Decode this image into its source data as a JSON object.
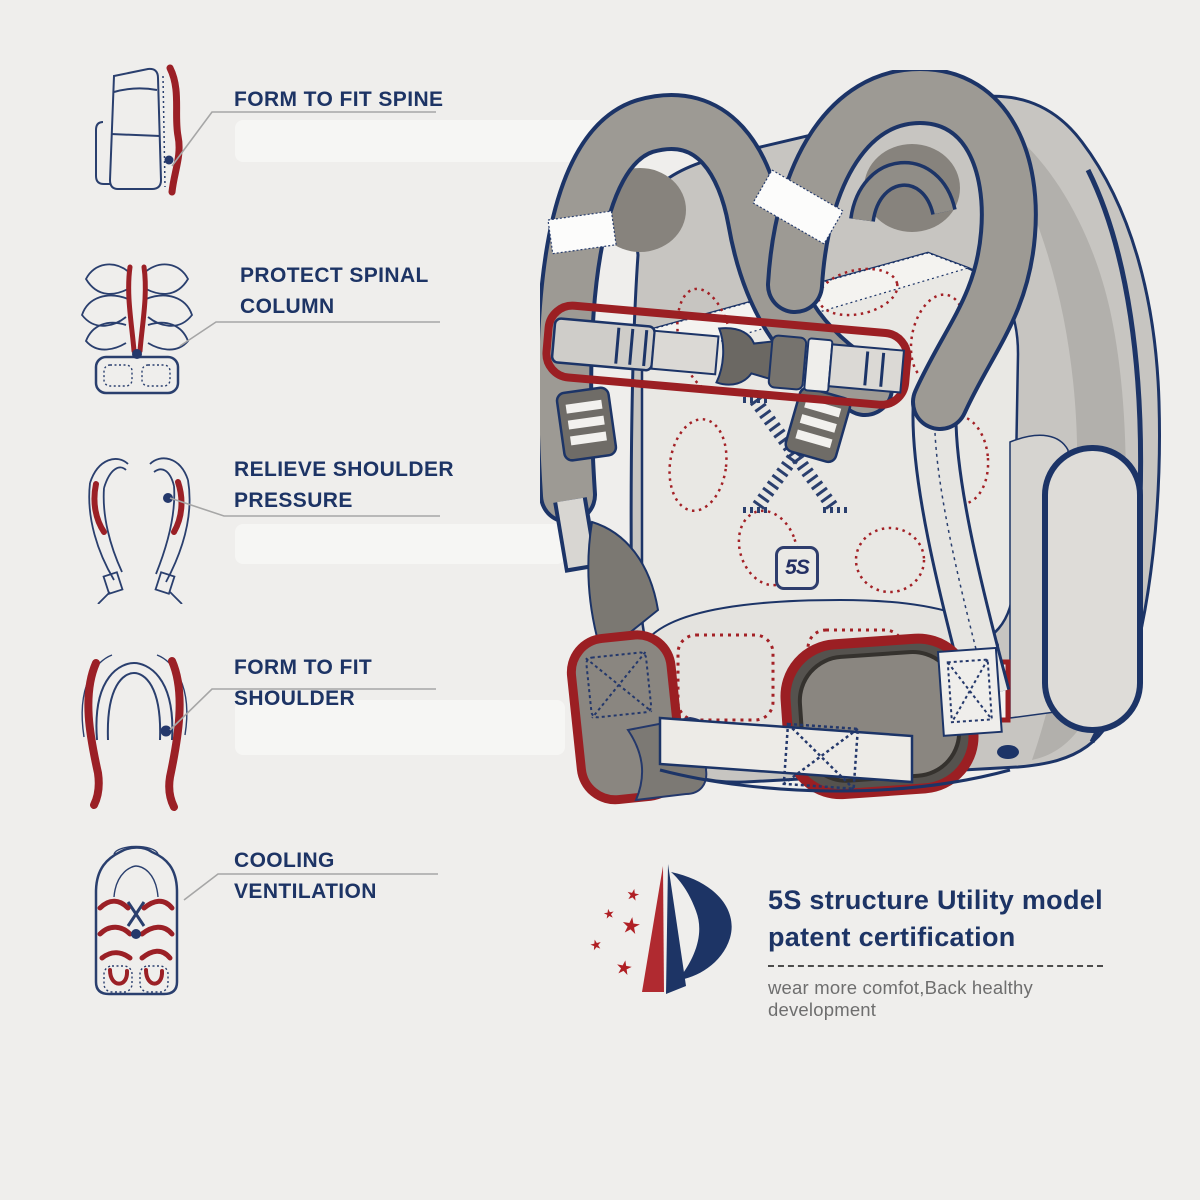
{
  "colors": {
    "background": "#efeeec",
    "navy": "#1d3465",
    "red": "#9b1f23",
    "callout_line": "#a6a6a6",
    "dot_blue": "#24386b",
    "strap_gray": "#9d9a94",
    "tagline_gray": "#6e6e6e"
  },
  "features": [
    {
      "title": "FORM TO FIT SPINE",
      "icon": "backpack-side-spine-icon"
    },
    {
      "title": "PROTECT SPINAL COLUMN",
      "icon": "spinal-column-icon"
    },
    {
      "title": "RELIEVE SHOULDER PRESSURE",
      "icon": "shoulder-pressure-icon"
    },
    {
      "title": "FORM TO FIT SHOULDER",
      "icon": "shoulder-fit-icon"
    },
    {
      "title": "COOLING VENTILATION",
      "icon": "cooling-ventilation-icon"
    }
  ],
  "backpack": {
    "badge_label": "5S",
    "illustration": "backpack-back-view-with-chest-strap-and-hip-belt"
  },
  "certification": {
    "title_line1": "5S structure Utility model",
    "title_line2": "patent certification",
    "tagline": "wear more comfot,Back healthy development",
    "logo": "patent-p-logo-with-stars"
  }
}
